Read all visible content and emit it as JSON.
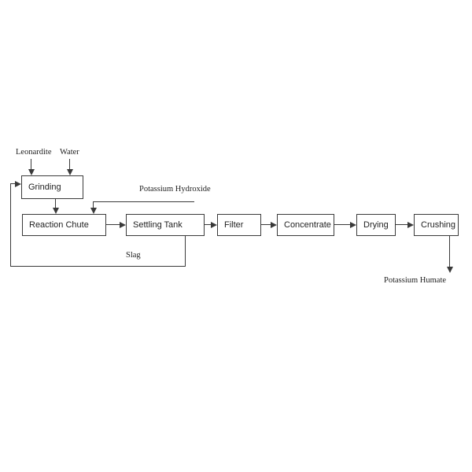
{
  "diagram": {
    "inputs": {
      "leonardite": "Leonardite",
      "water": "Water",
      "potassium_hydroxide": "Potassium Hydroxide"
    },
    "process_boxes": {
      "grinding": "Grinding",
      "reaction_chute": "Reaction Chute",
      "settling_tank": "Settling Tank",
      "filter": "Filter",
      "concentrate": "Concentrate",
      "drying": "Drying",
      "crushing": "Crushing"
    },
    "recycle": {
      "slag": "Slag"
    },
    "output": {
      "potassium_humate": "Potassium Humate"
    },
    "colors": {
      "line": "#3a3a3a",
      "text": "#222222",
      "background": "#ffffff"
    }
  }
}
